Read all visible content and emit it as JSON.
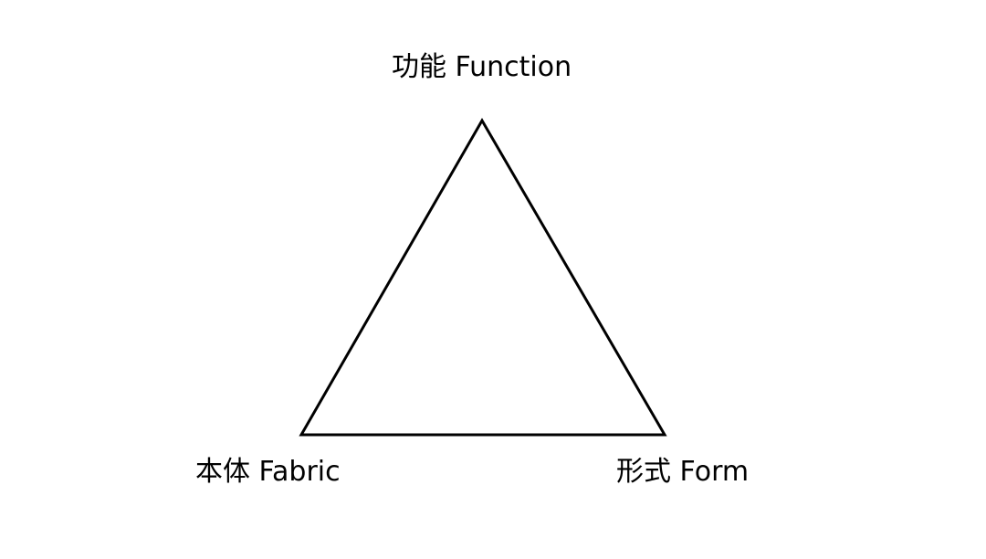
{
  "labels": {
    "top": "功能 Function",
    "bottom_left": "本体 Fabric",
    "bottom_right": "形式 Form"
  },
  "colors": {
    "background": "#ffffff",
    "stroke": "#000000",
    "text": "#000000"
  }
}
